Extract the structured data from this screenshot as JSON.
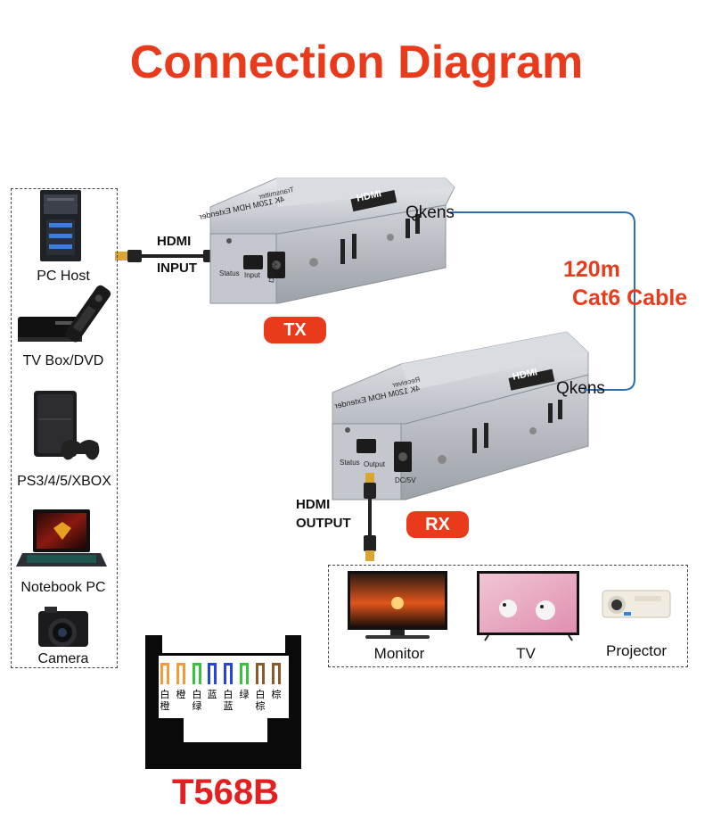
{
  "title": "Connection Diagram",
  "sources": [
    "PC Host",
    "TV Box/DVD",
    "PS3/4/5/XBOX",
    "Notebook PC",
    "Camera"
  ],
  "hdmi_input": [
    "HDMI",
    "INPUT"
  ],
  "hdmi_output": [
    "HDMI",
    "OUTPUT"
  ],
  "tx": {
    "badge": "TX",
    "brand": "Qkens",
    "product": "4K 120M HDM Extender",
    "role": "Transmitter",
    "hdmi_logo": "HDMI",
    "ports": [
      "Status",
      "Input",
      "DC/5V"
    ]
  },
  "rx": {
    "badge": "RX",
    "brand": "Qkens",
    "product": "4K 120M HDM Extender",
    "role": "Receiver",
    "hdmi_logo": "HDMI",
    "ports": [
      "Status",
      "Output",
      "DC/5V"
    ]
  },
  "cable": [
    "120m",
    "Cat6 Cable"
  ],
  "displays": [
    "Monitor",
    "TV",
    "Projector"
  ],
  "t568b": {
    "title": "T568B",
    "pins": [
      {
        "label": [
          "白",
          "橙"
        ],
        "color": "#f39a3a",
        "striped": true
      },
      {
        "label": [
          "橙"
        ],
        "color": "#f39a3a",
        "striped": false
      },
      {
        "label": [
          "白",
          "绿"
        ],
        "color": "#37c33a",
        "striped": true
      },
      {
        "label": [
          "蓝"
        ],
        "color": "#2444e8",
        "striped": false
      },
      {
        "label": [
          "白",
          "蓝"
        ],
        "color": "#2444e8",
        "striped": true
      },
      {
        "label": [
          "绿"
        ],
        "color": "#37c33a",
        "striped": false
      },
      {
        "label": [
          "白",
          "棕"
        ],
        "color": "#8b5a2b",
        "striped": true
      },
      {
        "label": [
          "棕"
        ],
        "color": "#8b5a2b",
        "striped": false
      }
    ]
  },
  "colors": {
    "accent": "#ea3a1c",
    "cable": "#2a6fb0",
    "device_body": "#c5c9cf"
  }
}
